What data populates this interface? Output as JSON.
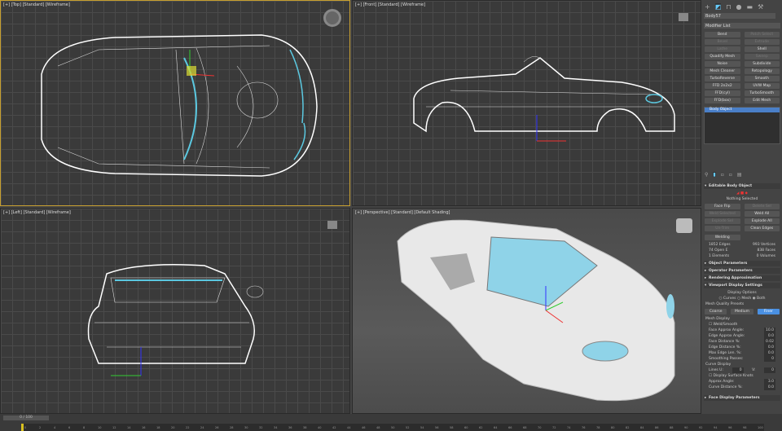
{
  "viewports": [
    {
      "label": "[+] [Top] [Standard] [Wireframe]"
    },
    {
      "label": "[+] [Front] [Standard] [Wireframe]"
    },
    {
      "label": "[+] [Left] [Standard] [Wireframe]"
    },
    {
      "label": "[+] [Perspective] [Standard] [Default Shading]"
    }
  ],
  "colors": {
    "accent": "#4a90e2",
    "active_border": "#c8a030",
    "glass": "#8fd3e8",
    "car_body": "#e8e8e8"
  },
  "panel": {
    "object_name": "Body57",
    "modifier_list": "Modifier List",
    "modifiers": [
      {
        "label": "Bend",
        "enabled": true
      },
      {
        "label": "Patch Select",
        "enabled": false
      },
      {
        "label": "Bevel",
        "enabled": false
      },
      {
        "label": "Extrude",
        "enabled": false
      },
      {
        "label": "Lathe",
        "enabled": false
      },
      {
        "label": "Shell",
        "enabled": true
      },
      {
        "label": "Quadify Mesh",
        "enabled": true
      },
      {
        "label": "Sweep",
        "enabled": false
      },
      {
        "label": "Noise",
        "enabled": true
      },
      {
        "label": "Subdivide",
        "enabled": true
      },
      {
        "label": "Mesh Cleaner",
        "enabled": true
      },
      {
        "label": "Retopology",
        "enabled": true
      },
      {
        "label": "TurboReverse",
        "enabled": true
      },
      {
        "label": "Smooth",
        "enabled": true
      },
      {
        "label": "FFD 2x2x2",
        "enabled": true
      },
      {
        "label": "UVW Map",
        "enabled": true
      },
      {
        "label": "FFD(cyl)",
        "enabled": true
      },
      {
        "label": "TurboSmooth",
        "enabled": true
      },
      {
        "label": "FFD(box)",
        "enabled": true
      },
      {
        "label": "Edit Mesh",
        "enabled": true
      }
    ],
    "stack_item": "Body Object",
    "editable": {
      "title": "Editable Body Object",
      "selection": "Nothing Selected",
      "buttons": [
        {
          "label": "Face Flip",
          "enabled": true
        },
        {
          "label": "Delete Sel",
          "enabled": false
        },
        {
          "label": "Weld Selected",
          "enabled": false
        },
        {
          "label": "Weld All",
          "enabled": true
        },
        {
          "label": "Explode Sel",
          "enabled": false
        },
        {
          "label": "Explode All",
          "enabled": true
        },
        {
          "label": "Un-Trim",
          "enabled": false
        },
        {
          "label": "Clean Edges",
          "enabled": true
        }
      ],
      "welding": "Welding",
      "stats": [
        [
          "1852 Edges",
          "993 Vertices"
        ],
        [
          "74 Open E",
          "838 Faces"
        ],
        [
          "1 Elements",
          "0 Volumes"
        ]
      ]
    },
    "rollouts": [
      "Object Parameters",
      "Operator Parameters",
      "Rendering Approximation"
    ],
    "vds": {
      "title": "Viewport Display Settings",
      "display_options": "Display Options",
      "radios": [
        "Curves",
        "Mesh",
        "Both"
      ],
      "selected_radio": "Both",
      "presets_label": "Mesh Quality Presets",
      "presets": [
        "Coarse",
        "Medium",
        "Finer"
      ],
      "selected_preset": "Finer",
      "mesh_display": "Mesh Display",
      "weld_smooth": "Weld/Smooth",
      "params": [
        [
          "Face Approx Angle:",
          "10.0"
        ],
        [
          "Edge Approx Angle:",
          "0.0"
        ],
        [
          "Face Distance %:",
          "0.02"
        ],
        [
          "Edge Distance %:",
          "0.0"
        ],
        [
          "Max Edge Len. %:",
          "0.0"
        ],
        [
          "Smoothing Passes:",
          "0"
        ]
      ],
      "curve_display": "Curve Display",
      "lines_u": "Lines U:",
      "u_val": "0",
      "v_label": "V:",
      "v_val": "0",
      "surface_knots": "Display Surface Knots",
      "curve_params": [
        [
          "Approx Angle:",
          "3.0"
        ],
        [
          "Curve Distance %:",
          "0.0"
        ]
      ]
    },
    "face_display": "Face Display Parameters"
  },
  "timeline": {
    "frame": "0 / 100",
    "ticks": [
      0,
      2,
      4,
      6,
      8,
      10,
      12,
      14,
      16,
      18,
      20,
      22,
      24,
      26,
      28,
      30,
      32,
      34,
      36,
      38,
      40,
      42,
      44,
      46,
      48,
      50,
      52,
      54,
      56,
      58,
      60,
      62,
      64,
      66,
      68,
      70,
      72,
      74,
      76,
      78,
      80,
      82,
      84,
      86,
      88,
      90,
      92,
      94,
      96,
      98,
      100
    ]
  }
}
